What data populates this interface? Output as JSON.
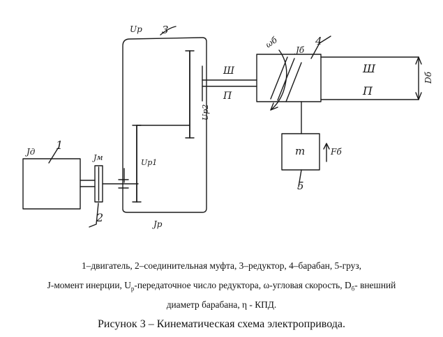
{
  "diagram": {
    "labels": {
      "motor_number": "1",
      "motor_inertia": "Jд",
      "coupling_number": "2",
      "coupling_inertia": "Jм",
      "reducer_number": "3",
      "reducer_ratio_top": "Up",
      "reducer_inertia": "Jp",
      "ratio_stage1": "Up1",
      "ratio_stage2": "Up2",
      "drum_number": "4",
      "drum_inertia": "Jб",
      "drum_omega": "ωб",
      "drum_diameter": "Dб",
      "load_number": "5",
      "load_mass": "m",
      "load_force": "Fб",
      "bearing_left_top": "Ш",
      "bearing_left_bottom": "П",
      "bearing_right_top": "Ш",
      "bearing_right_bottom": "П"
    }
  },
  "caption": {
    "line1": "1–двигатель, 2–соединительная муфта, 3–редуктор, 4–барабан, 5-груз,",
    "line2_prefix": "J-момент инерции, U",
    "line2_sub": "p",
    "line2_middle": "-передаточное число редуктора, ω-угловая скорость, D",
    "line2_sub2": "б",
    "line2_suffix": "- внешний",
    "line3": "диаметр барабана,  η - КПД.",
    "title": "Рисунок 3 – Кинематическая схема электропривода."
  }
}
